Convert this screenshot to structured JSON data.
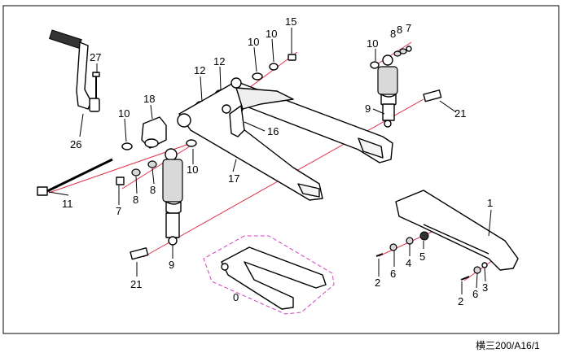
{
  "callouts": {
    "c1": "1",
    "c2a": "2",
    "c2b": "2",
    "c3": "3",
    "c4": "4",
    "c5": "5",
    "c6a": "6",
    "c6b": "6",
    "c7a": "7",
    "c7b": "7",
    "c8a": "8",
    "c8b": "8",
    "c8c": "8",
    "c9a": "9",
    "c9b": "9",
    "c10a": "10",
    "c10b": "10",
    "c10c": "10",
    "c10d": "10",
    "c10e": "10",
    "c11": "11",
    "c12a": "12",
    "c12b": "12",
    "c15": "15",
    "c16": "16",
    "c17": "17",
    "c18": "18",
    "c21a": "21",
    "c21b": "21",
    "c26": "26",
    "c27": "27",
    "c0": "0"
  },
  "footer": {
    "drawing_code": "横三200/A16/1"
  },
  "colors": {
    "axis_line": "#e0304a",
    "assembly_outline": "#d040c0"
  }
}
